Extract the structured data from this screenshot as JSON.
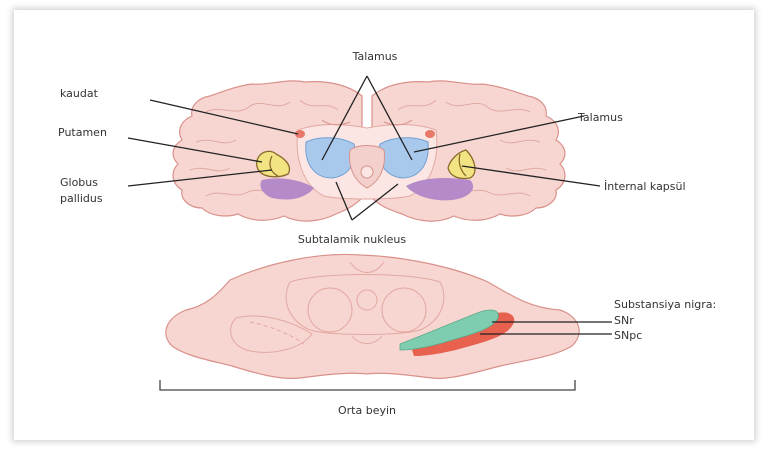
{
  "labels": {
    "talamus_top": "Talamus",
    "kaudat": "kaudat",
    "talamus_right": "Talamus",
    "putamen": "Putamen",
    "globus_line1": "Globus",
    "globus_line2": "pallidus",
    "internal_kapsul": "İnternal kapsül",
    "subtalamik": "Subtalamik nukleus",
    "substansiya": "Substansiya nigra:",
    "snr": "SNr",
    "snpc": "SNpc",
    "orta_beyin": "Orta beyin"
  },
  "colors": {
    "brain_fill": "#f7d6d2",
    "brain_outline": "#d9918a",
    "thalamus": "#a9c9ec",
    "caudate": "#e8786a",
    "putamen": "#f3e483",
    "globus_outline": "#8a6a2a",
    "internal_capsule": "#b58ac8",
    "snr": "#7fcdb0",
    "snpc": "#e8604e",
    "leader": "#222222"
  }
}
